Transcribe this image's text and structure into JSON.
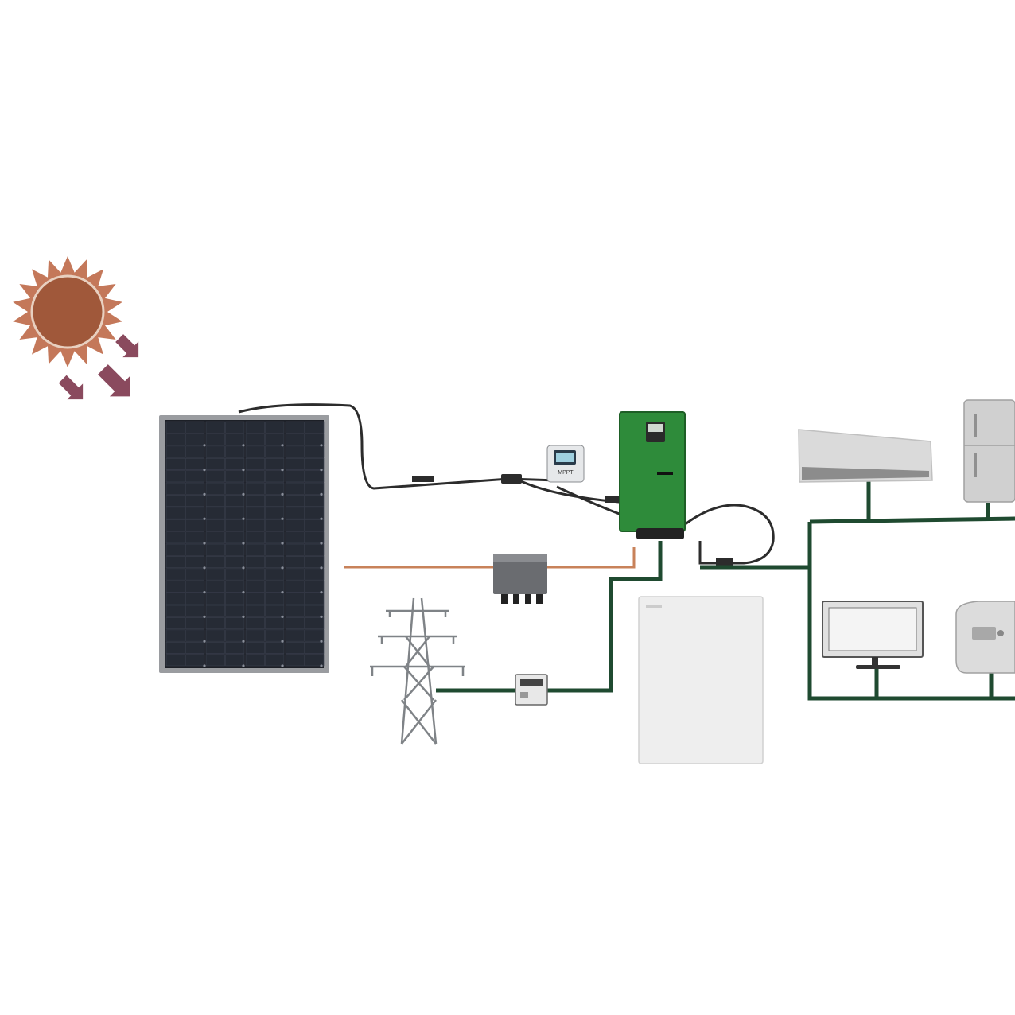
{
  "diagram": {
    "controller_label": "MPPT",
    "colors": {
      "sun": "#a0583a",
      "sun_ray": "#c4785a",
      "arrow": "#8a4a5e",
      "panel_frame": "#9a9ca0",
      "panel_cell": "#1c1f26",
      "inverter": "#2e8b3a",
      "wire_dark": "#2c2c2c",
      "wire_green": "#1f4a30",
      "wire_copper": "#c8825a",
      "battery": "#eeeeee",
      "appliance": "#d9d9d9"
    },
    "components": [
      {
        "id": "sun",
        "icon": "sun-icon"
      },
      {
        "id": "solar-panel",
        "icon": "solar-panel-icon"
      },
      {
        "id": "mppt-controller",
        "icon": "charge-controller-icon"
      },
      {
        "id": "inverter",
        "icon": "inverter-icon"
      },
      {
        "id": "combiner-box",
        "icon": "junction-box-icon"
      },
      {
        "id": "transmission-tower",
        "icon": "power-tower-icon"
      },
      {
        "id": "electric-meter",
        "icon": "meter-icon"
      },
      {
        "id": "battery",
        "icon": "battery-icon"
      },
      {
        "id": "air-conditioner",
        "icon": "air-conditioner-icon"
      },
      {
        "id": "refrigerator",
        "icon": "fridge-icon"
      },
      {
        "id": "monitor",
        "icon": "monitor-icon"
      },
      {
        "id": "rice-cooker",
        "icon": "rice-cooker-icon"
      }
    ]
  }
}
